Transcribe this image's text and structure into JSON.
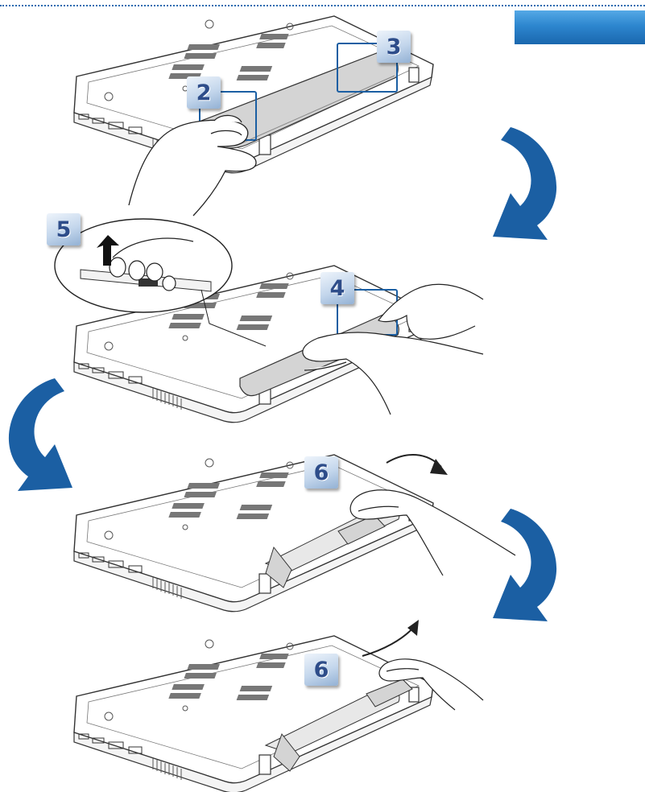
{
  "header": {
    "rule_color": "#2a6bb0",
    "tab_color": "#2d86cf"
  },
  "steps": [
    {
      "label": "2"
    },
    {
      "label": "3"
    },
    {
      "label": "5"
    },
    {
      "label": "4"
    },
    {
      "label": "6"
    },
    {
      "label": "6"
    }
  ],
  "flow_arrows": [
    {
      "icon": "rotate-arrow-icon",
      "direction": "down-left",
      "color": "#1b5fa3"
    },
    {
      "icon": "rotate-arrow-icon",
      "direction": "down-right",
      "color": "#1b5fa3"
    },
    {
      "icon": "rotate-arrow-icon",
      "direction": "down-left",
      "color": "#1b5fa3"
    }
  ]
}
